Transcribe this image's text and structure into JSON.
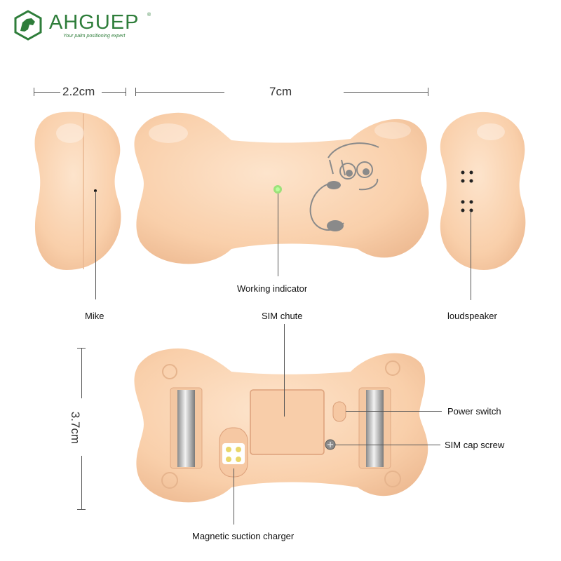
{
  "brand": {
    "name": "AHGUEP",
    "registered": "®",
    "tagline": "Your palm positioning expert",
    "color": "#2e7d3a"
  },
  "dimensions": {
    "side_width": "2.2cm",
    "length": "7cm",
    "height": "3.7cm"
  },
  "labels": {
    "mike": "Mike",
    "working_indicator": "Working indicator",
    "loudspeaker": "loudspeaker",
    "sim_chute": "SIM chute",
    "power_switch": "Power switch",
    "sim_cap_screw": "SIM cap screw",
    "magnetic_charger": "Magnetic suction charger"
  },
  "colors": {
    "device": "#f9d2b0",
    "device_shadow": "#eab892",
    "indicator": "#5be34a"
  }
}
